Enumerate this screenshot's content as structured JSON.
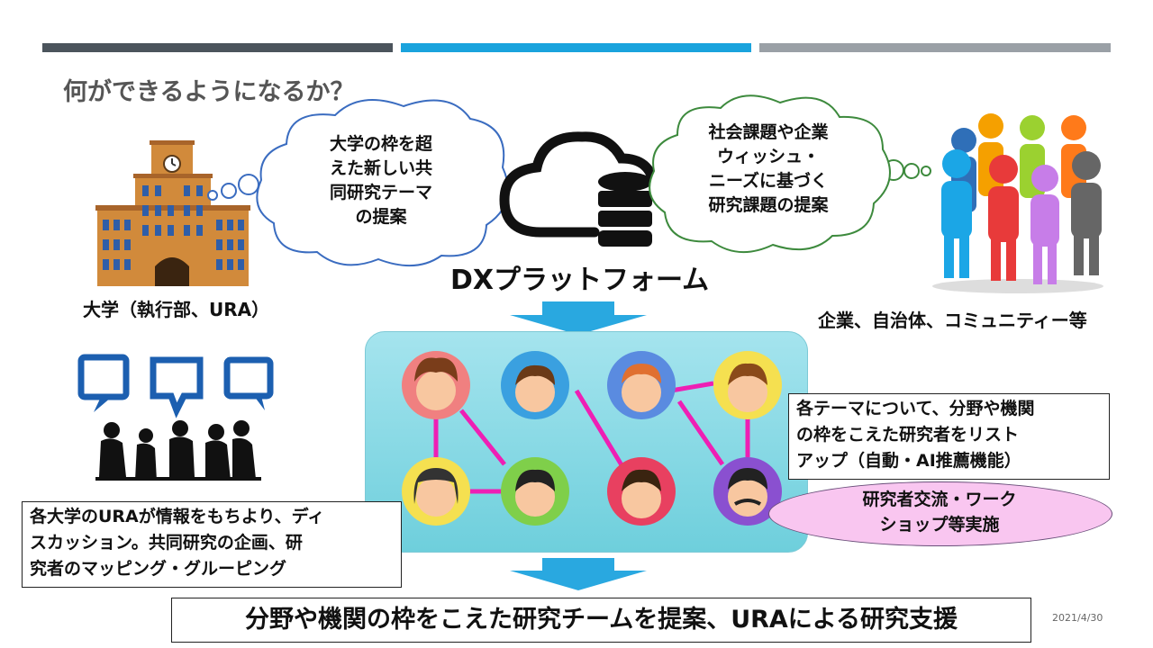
{
  "slide": {
    "title": "何ができるようになるか？",
    "date": "2021/4/30"
  },
  "university": {
    "label": "大学（執行部、URA）",
    "cloud_lines": [
      "大学の枠を超",
      "えた新しい共",
      "同研究テーマ",
      "の提案"
    ]
  },
  "platform": {
    "label": "DXプラットフォーム"
  },
  "companies": {
    "label": "企業、自治体、コミュニティー等",
    "cloud_lines": [
      "社会課題や企業",
      "ウィッシュ・",
      "ニーズに基づく",
      "研究課題の提案"
    ]
  },
  "discussion_box": {
    "lines": [
      "各大学のURAが情報をもちより、ディ",
      "スカッション。共同研究の企画、研",
      "究者のマッピング・グルーピング"
    ]
  },
  "theme_box": {
    "lines": [
      "各テーマについて、分野や機関",
      "の枠をこえた研究者をリスト",
      "アップ（自動・AI推薦機能）"
    ]
  },
  "exchange_ellipse": {
    "lines": [
      "研究者交流・ワーク",
      "ショップ等実施"
    ]
  },
  "bottom_banner": {
    "text": "分野や機関の枠をこえた研究チームを提案、URAによる研究支援"
  },
  "colors": {
    "bar_dark": "#4b545c",
    "bar_blue": "#1aa3dd",
    "bar_gray": "#9aa0a6",
    "arrow_blue": "#29a8e0",
    "link_magenta": "#ee1fb4",
    "cloud_left_border": "#3a6cc0",
    "cloud_right_border": "#3d8a3d",
    "building": "#d18a3b"
  },
  "icons": {
    "university": "university-building-icon",
    "cloud": "cloud-database-icon",
    "people": "people-group-icon",
    "meeting": "meeting-silhouette-icon",
    "researchers": "researcher-avatar-icon"
  }
}
